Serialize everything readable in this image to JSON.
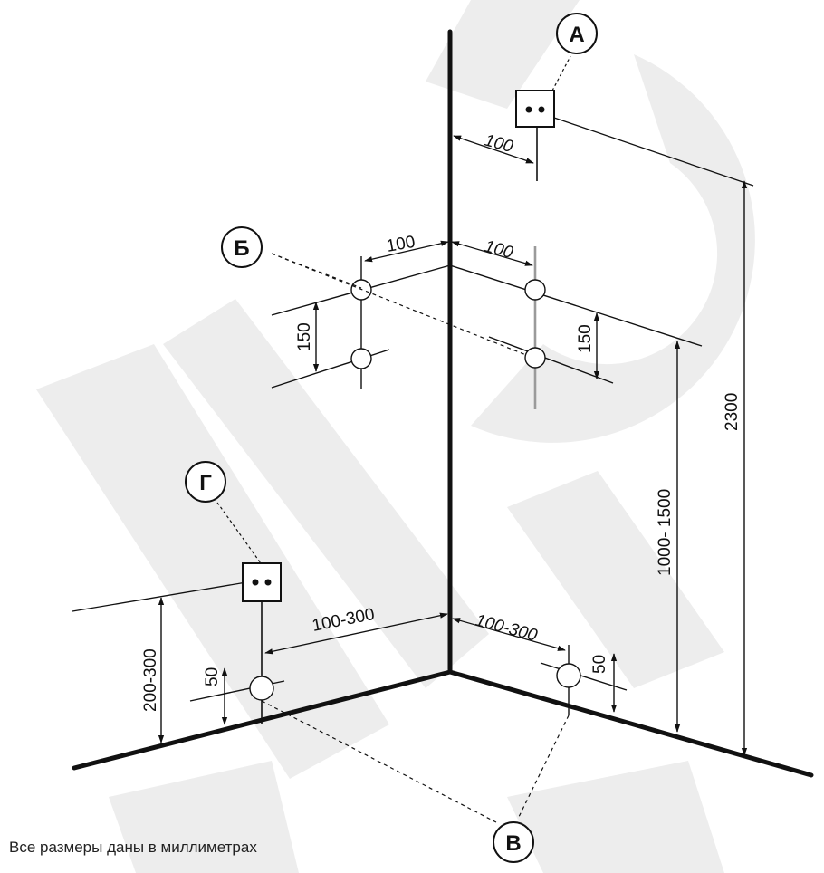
{
  "callouts": {
    "a": "А",
    "b": "Б",
    "v": "В",
    "g": "Г"
  },
  "dimensions": {
    "a_offset": "100",
    "b_left_offset": "100",
    "b_right_offset": "100",
    "b_left_spacing": "150",
    "b_right_spacing": "150",
    "height_total": "2300",
    "height_range": "1000- 1500",
    "g_height": "200-300",
    "g_offset": "100-300",
    "v_offset": "100-300",
    "v_left_height": "50",
    "v_right_height": "50"
  },
  "footnote": "Все размеры даны в миллиметрах",
  "colors": {
    "ink": "#111111",
    "watermark": "#ececec",
    "grey_line": "#9a9a9a"
  }
}
